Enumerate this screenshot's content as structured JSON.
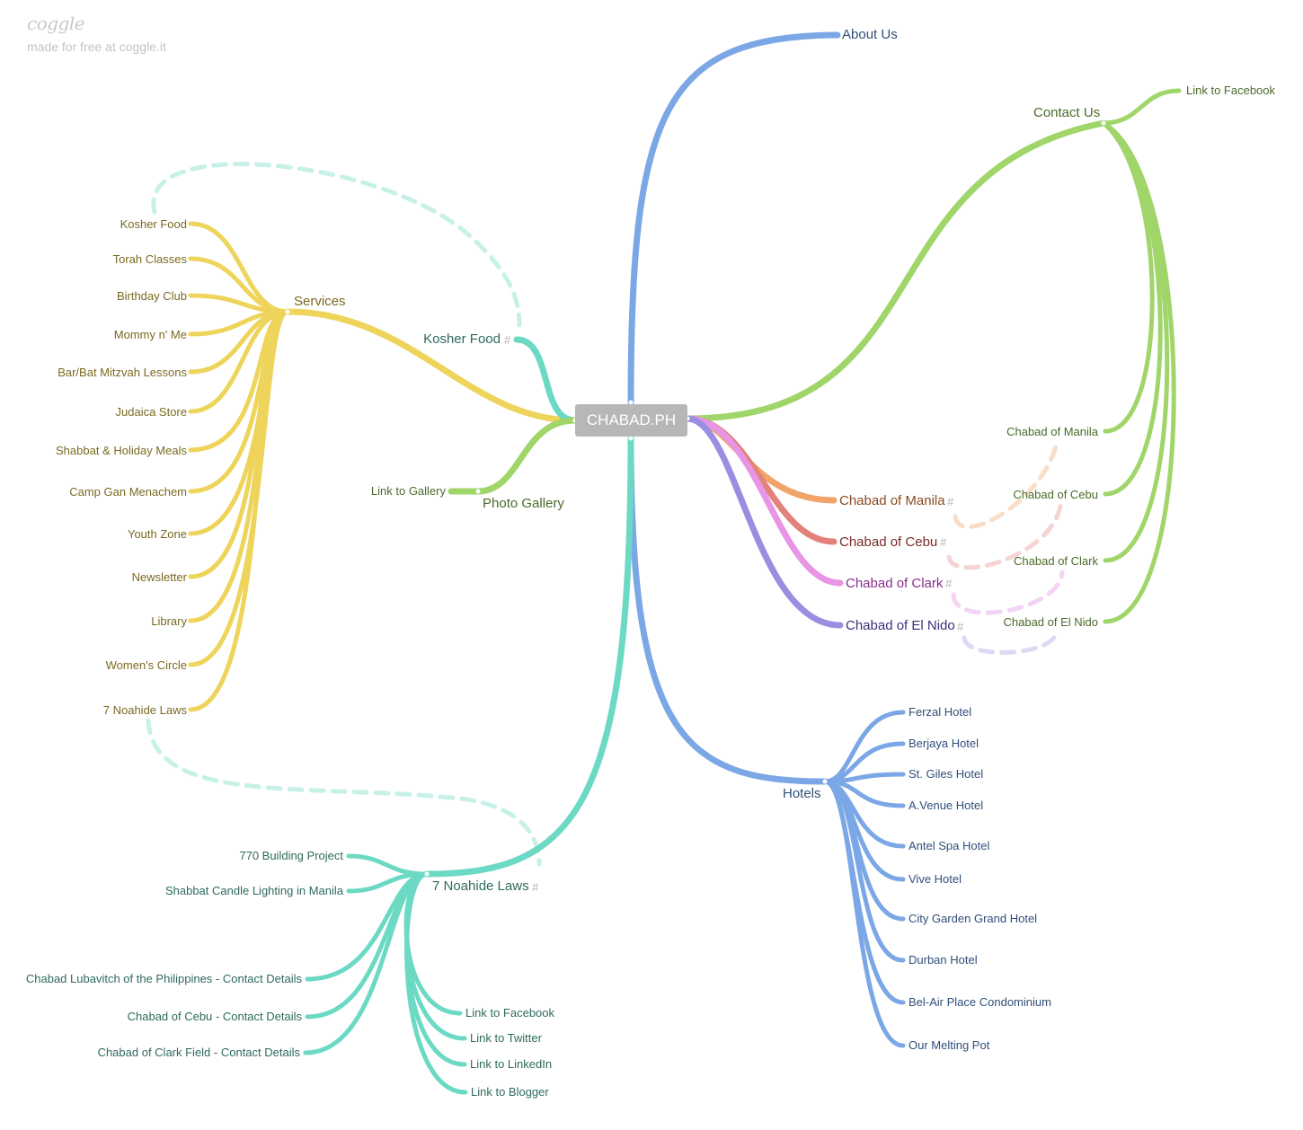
{
  "brand": {
    "logo": "coggle",
    "tagline": "made for free at coggle.it"
  },
  "center": {
    "label": "CHABAD.PH"
  },
  "hash": "#",
  "colors": {
    "blue": "#7ba7e6",
    "green": "#a0d56a",
    "yellow": "#eed45a",
    "teal": "#6cd9c4",
    "orange": "#f0a46a",
    "red": "#e2827b",
    "pink": "#e895e6",
    "purple": "#9a8ee0",
    "text_blue": "#2f4f7a",
    "text_green": "#4b6b2a",
    "text_yellow": "#7a6a22",
    "text_teal": "#2e6a5e",
    "text_orange": "#8a4a1e",
    "text_red": "#7a2a2a",
    "text_pink": "#8a2f8a",
    "text_purple": "#3e2f7a"
  },
  "branches": {
    "about": {
      "label": "About Us"
    },
    "contact": {
      "label": "Contact Us",
      "children": [
        "Link to Facebook",
        "Chabad of Manila",
        "Chabad of Cebu",
        "Chabad of Clark",
        "Chabad of El Nido"
      ]
    },
    "services": {
      "label": "Services",
      "children": [
        "Kosher Food",
        "Torah Classes",
        "Birthday Club",
        "Mommy n' Me",
        "Bar/Bat Mitzvah Lessons",
        "Judaica Store",
        "Shabbat & Holiday Meals",
        "Camp Gan Menachem",
        "Youth Zone",
        "Newsletter",
        "Library",
        "Women's Circle",
        "7 Noahide Laws"
      ]
    },
    "kosher": {
      "label": "Kosher Food"
    },
    "gallery": {
      "label": "Photo Gallery",
      "children": [
        "Link to Gallery"
      ]
    },
    "locations": [
      "Chabad of Manila",
      "Chabad of Cebu",
      "Chabad of Clark",
      "Chabad of El Nido"
    ],
    "hotels": {
      "label": "Hotels",
      "children": [
        "Ferzal Hotel",
        "Berjaya Hotel",
        "St. Giles Hotel",
        "A.Venue Hotel",
        "Antel Spa Hotel",
        "Vive Hotel",
        "City Garden Grand Hotel",
        "Durban Hotel",
        "Bel-Air Place Condominium",
        "Our Melting Pot"
      ]
    },
    "noahide": {
      "label": "7 Noahide Laws",
      "children_left": [
        "770 Building Project",
        "Shabbat Candle Lighting in Manila",
        "Chabad Lubavitch of the Philippines - Contact Details",
        "Chabad of Cebu - Contact Details",
        "Chabad of Clark Field - Contact Details"
      ],
      "children_right": [
        "Link to Facebook",
        "Link to Twitter",
        "Link to LinkedIn",
        "Link to Blogger"
      ]
    }
  }
}
